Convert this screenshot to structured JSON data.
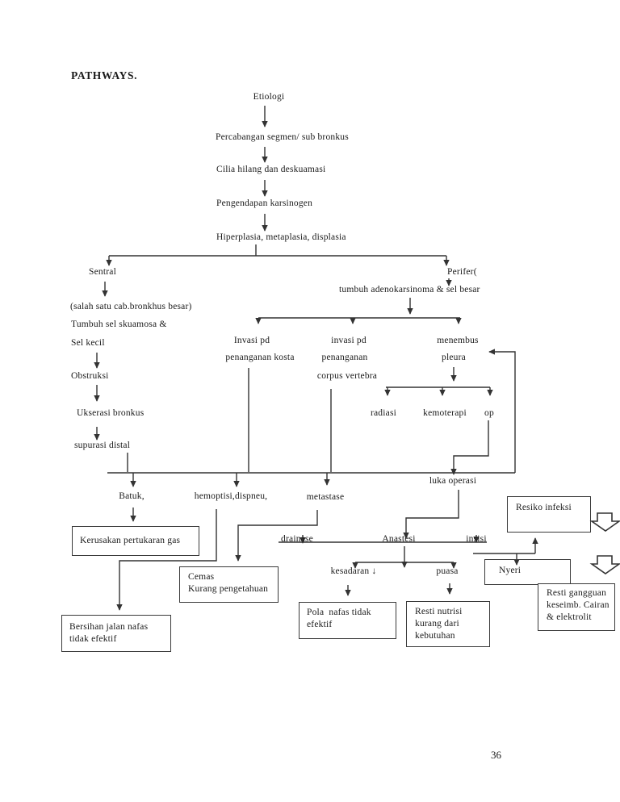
{
  "colors": {
    "ink": "#1a1a1a",
    "line": "#333333",
    "background": "#ffffff"
  },
  "page": {
    "title": "PATHWAYS.",
    "page_number": "36"
  },
  "labels": {
    "etiologi": "Etiologi",
    "percabangan": "Percabangan segmen/ sub bronkus",
    "cilia": "Cilia hilang dan deskuamasi",
    "pengendapan": "Pengendapan karsinogen",
    "hiperplasia": "Hiperplasia, metaplasia, displasia",
    "sentral": "Sentral",
    "perifer": "Perifer(",
    "tumbuh_adeno": "tumbuh adenokarsinoma & sel besar",
    "cab_bronkhus": "(salah satu cab.bronkhus besar)",
    "tumbuh_sel": "Tumbuh sel skuamosa &",
    "sel_kecil": "Sel kecil",
    "obstruksi": "Obstruksi",
    "ukserasi": "Ukserasi bronkus",
    "supurasi": "supurasi distal",
    "invasi_kosta_1": "Invasi pd",
    "invasi_kosta_2": "penanganan kosta",
    "invasi_vertebra_1": "invasi pd",
    "invasi_vertebra_2": "penanganan",
    "invasi_vertebra_3": "corpus vertebra",
    "menembus": "menembus",
    "pleura": "pleura",
    "radiasi": "radiasi",
    "kemoterapi": "kemoterapi",
    "op": "op",
    "luka_operasi": "luka operasi",
    "batuk": "Batuk,",
    "hemoptisi": "hemoptisi,dispneu,",
    "metastase": "metastase",
    "drainase": "drainase",
    "anastesi": "Anastesi",
    "insisi": "insisi",
    "kesadaran": "kesadaran ↓",
    "puasa": "puasa"
  },
  "boxes": {
    "kerusakan_pertukaran_gas": {
      "lines": [
        "Kerusakan pertukaran gas"
      ]
    },
    "cemas": {
      "lines": [
        "Cemas",
        "Kurang pengetahuan"
      ]
    },
    "bersihan_jalan_nafas": {
      "lines": [
        "Bersihan jalan nafas",
        "tidak efektif"
      ]
    },
    "pola_nafas": {
      "lines": [
        "Pola  nafas tidak",
        "efektif"
      ]
    },
    "resti_nutrisi": {
      "lines": [
        "Resti nutrisi",
        "kurang dari",
        "kebutuhan"
      ]
    },
    "resiko_infeksi": {
      "lines": [
        "Resiko infeksi"
      ]
    },
    "nyeri": {
      "lines": [
        "Nyeri"
      ]
    },
    "resti_gangguan": {
      "lines": [
        "Resti gangguan",
        "keseimb. Cairan",
        "& elektrolit"
      ]
    }
  }
}
